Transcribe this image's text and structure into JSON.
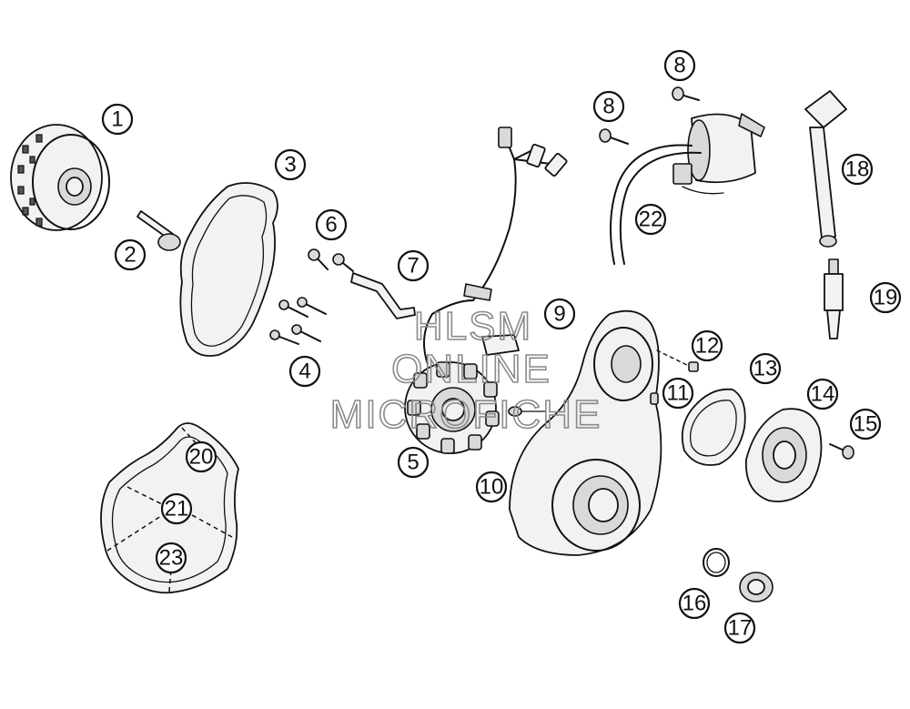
{
  "callouts": [
    {
      "number": "1"
    },
    {
      "number": "2"
    },
    {
      "number": "3"
    },
    {
      "number": "4"
    },
    {
      "number": "5"
    },
    {
      "number": "6"
    },
    {
      "number": "7"
    },
    {
      "number": "8"
    },
    {
      "number": "8"
    },
    {
      "number": "9"
    },
    {
      "number": "10"
    },
    {
      "number": "11"
    },
    {
      "number": "12"
    },
    {
      "number": "13"
    },
    {
      "number": "14"
    },
    {
      "number": "15"
    },
    {
      "number": "16"
    },
    {
      "number": "17"
    },
    {
      "number": "18"
    },
    {
      "number": "19"
    },
    {
      "number": "20"
    },
    {
      "number": "21"
    },
    {
      "number": "22"
    },
    {
      "number": "23"
    }
  ],
  "watermark": {
    "line1": "HLSM",
    "line2": "ONLINE",
    "line3": "MICROFICHE"
  }
}
